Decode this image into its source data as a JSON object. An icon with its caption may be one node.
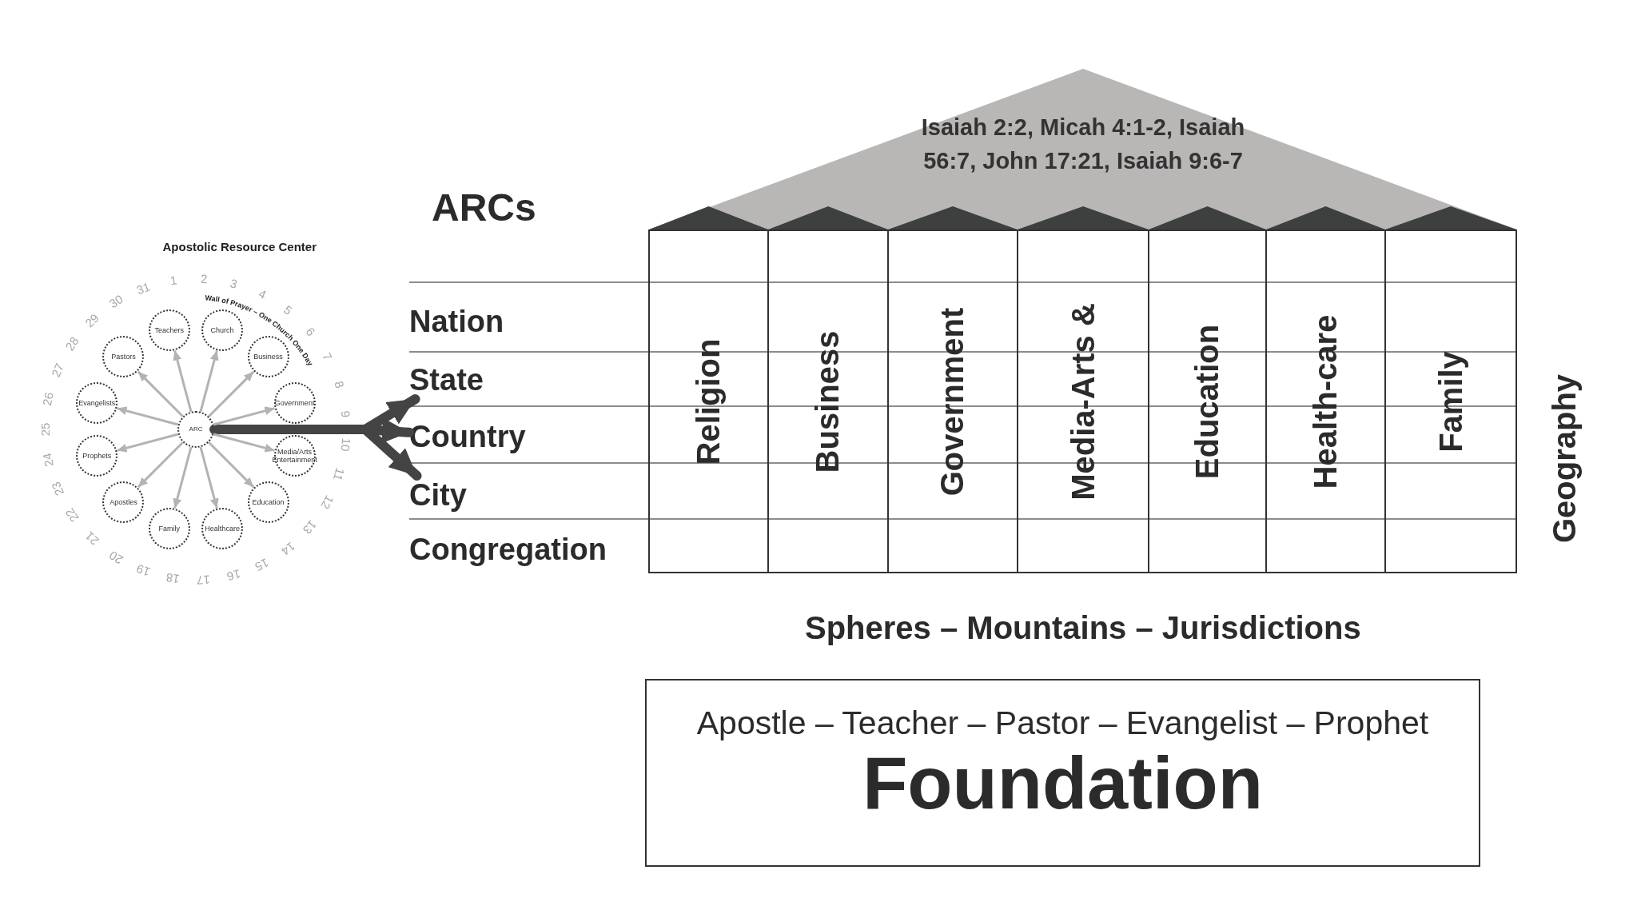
{
  "diagram": {
    "nodes": [
      {
        "text": [
          "ARC"
        ]
      },
      {
        "text": [
          "Church"
        ]
      },
      {
        "text": [
          "Business"
        ]
      },
      {
        "text": [
          "Government"
        ]
      },
      {
        "text": [
          "Media/Arts Entertainment"
        ]
      },
      {
        "text": [
          "Education"
        ]
      },
      {
        "text": [
          "Healthcare"
        ]
      },
      {
        "text": [
          "Family"
        ]
      },
      {
        "text": [
          "Apostles"
        ]
      },
      {
        "text": [
          "Prophets"
        ]
      },
      {
        "text": [
          "Evangelists"
        ]
      },
      {
        "text": [
          "Pastors"
        ]
      },
      {
        "text": [
          "Teachers"
        ]
      },
      {
        "text": [
          "Isaiah 2:2, Micah 4:1-2, Isaiah 56:7, John 17:21, Isaiah 9:6-7"
        ]
      },
      {
        "text": [
          "Nation"
        ]
      },
      {
        "text": [
          "State"
        ]
      },
      {
        "text": [
          "Country"
        ]
      },
      {
        "text": [
          "City"
        ]
      },
      {
        "text": [
          "Congregation"
        ]
      },
      {
        "text": [
          "Religion"
        ]
      },
      {
        "text": [
          "Business"
        ]
      },
      {
        "text": [
          "Government"
        ]
      },
      {
        "text": [
          "Media-Arts &"
        ]
      },
      {
        "text": [
          "Education"
        ]
      },
      {
        "text": [
          "Health-care"
        ]
      },
      {
        "text": [
          "Family"
        ]
      },
      {
        "text": [
          "Apostle – Teacher – Pastor – Evangelist – Prophet",
          "Foundation"
        ]
      }
    ],
    "edges": [
      {
        "from": 0,
        "to": 1,
        "arrow": "to"
      },
      {
        "from": 0,
        "to": 2,
        "arrow": "to"
      },
      {
        "from": 0,
        "to": 3,
        "arrow": "to"
      },
      {
        "from": 0,
        "to": 4,
        "arrow": "to"
      },
      {
        "from": 0,
        "to": 5,
        "arrow": "to"
      },
      {
        "from": 0,
        "to": 6,
        "arrow": "to"
      },
      {
        "from": 0,
        "to": 7,
        "arrow": "to"
      },
      {
        "from": 0,
        "to": 8,
        "arrow": "to"
      },
      {
        "from": 0,
        "to": 9,
        "arrow": "to"
      },
      {
        "from": 0,
        "to": 10,
        "arrow": "to"
      },
      {
        "from": 0,
        "to": 11,
        "arrow": "to"
      },
      {
        "from": 0,
        "to": 12,
        "arrow": "to"
      },
      {
        "from": 0,
        "to": 15,
        "arrow": "to",
        "style": "thick",
        "color": "#444444"
      },
      {
        "from": 0,
        "to": 16,
        "arrow": "to",
        "style": "thick",
        "color": "#444444"
      },
      {
        "from": 0,
        "to": 17,
        "arrow": "to",
        "style": "thick",
        "color": "#444444"
      }
    ],
    "labels": [
      "Apostolic Resource Center",
      "Wall of Prayer – One Church One Day",
      "1",
      "2",
      "3",
      "4",
      "5",
      "6",
      "7",
      "8",
      "9",
      "10",
      "11",
      "12",
      "13",
      "14",
      "15",
      "16",
      "17",
      "18",
      "19",
      "20",
      "21",
      "22",
      "23",
      "24",
      "25",
      "26",
      "27",
      "28",
      "29",
      "30",
      "31",
      "ARCs",
      "Geography",
      "Spheres – Mountains – Jurisdictions"
    ]
  }
}
